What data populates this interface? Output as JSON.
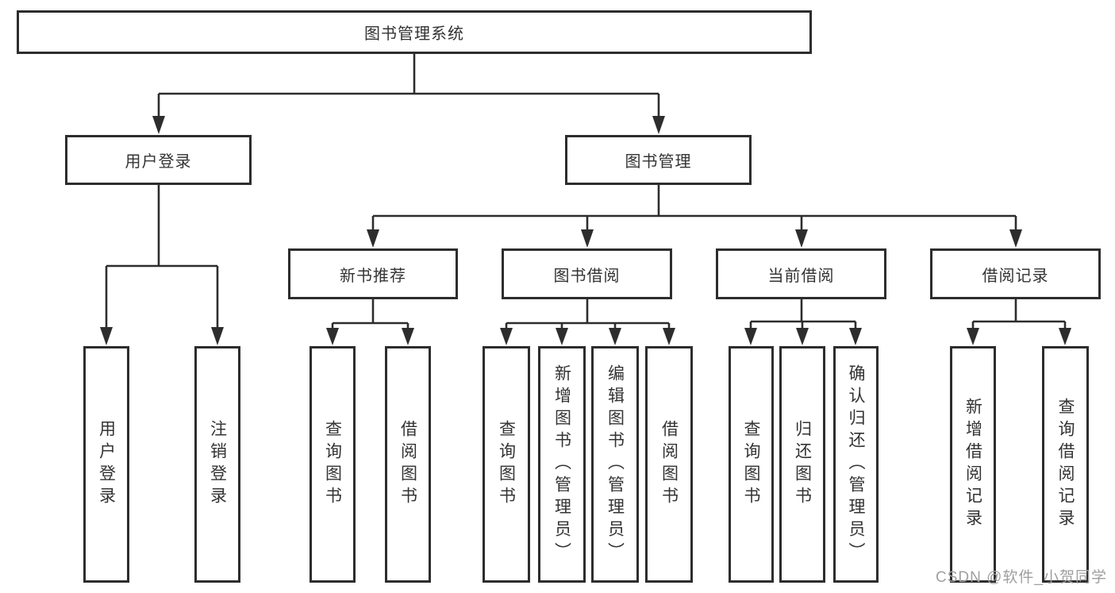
{
  "diagram_type": "hierarchy-tree",
  "colors": {
    "line": "#2d2d2d",
    "box_border": "#2d2d2d",
    "box_background": "#ffffff",
    "text": "#333333",
    "watermark": "#9f9f9f",
    "page_background": "#ffffff"
  },
  "tree": {
    "label": "图书管理系统",
    "children": [
      {
        "label": "用户登录",
        "children": [
          {
            "label": "用户登录"
          },
          {
            "label": "注销登录"
          }
        ]
      },
      {
        "label": "图书管理",
        "children": [
          {
            "label": "新书推荐",
            "children": [
              {
                "label": "查询图书"
              },
              {
                "label": "借阅图书"
              }
            ]
          },
          {
            "label": "图书借阅",
            "children": [
              {
                "label": "查询图书"
              },
              {
                "label": "新增图书（管理员）"
              },
              {
                "label": "编辑图书（管理员）"
              },
              {
                "label": "借阅图书"
              }
            ]
          },
          {
            "label": "当前借阅",
            "children": [
              {
                "label": "查询图书"
              },
              {
                "label": "归还图书"
              },
              {
                "label": "确认归还（管理员）"
              }
            ]
          },
          {
            "label": "借阅记录",
            "children": [
              {
                "label": "新增借阅记录"
              },
              {
                "label": "查询借阅记录"
              }
            ]
          }
        ]
      }
    ]
  },
  "watermark": {
    "text": "CSDN @软件_小贺同学"
  }
}
